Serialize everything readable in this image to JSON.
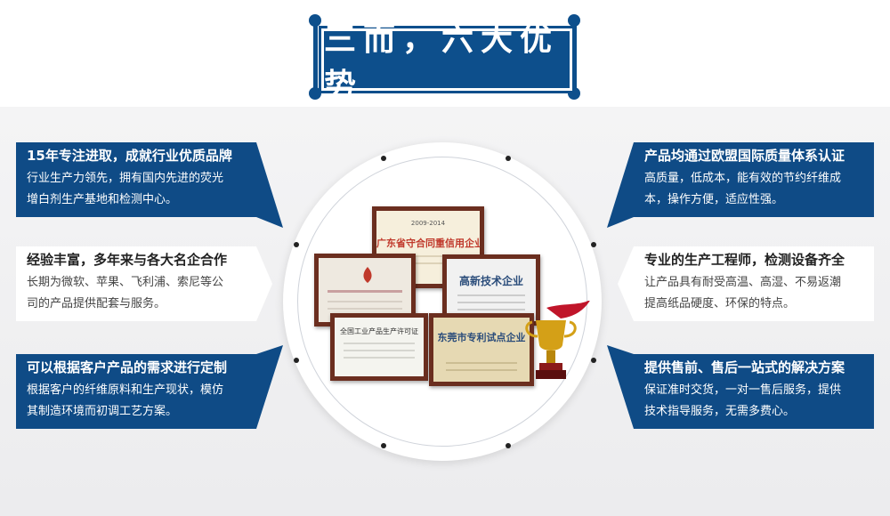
{
  "banner": {
    "title": "三而，六大优势"
  },
  "advantages": [
    {
      "title": "15年专注进取，成就行业优质品牌",
      "desc_lines": [
        "行业生产力领先，拥有国内先进的荧光",
        "增白剂生产基地和检测中心。"
      ]
    },
    {
      "title": "经验丰富，多年来与各大名企合作",
      "desc_lines": [
        "长期为微软、苹果、飞利浦、索尼等公",
        "司的产品提供配套与服务。"
      ]
    },
    {
      "title": "可以根据客户产品的需求进行定制",
      "desc_lines": [
        "根据客户的纤维原料和生产现状，模仿",
        "其制造环境而初调工艺方案。"
      ]
    },
    {
      "title": "产品均通过欧盟国际质量体系认证",
      "desc_lines": [
        "高质量，低成本，能有效的节约纤维成",
        "本，操作方便，适应性强。"
      ]
    },
    {
      "title": "专业的生产工程师，检测设备齐全",
      "desc_lines": [
        "让产品具有耐受高温、高湿、不易返潮",
        "提高纸品硬度、环保的特点。"
      ]
    },
    {
      "title": "提供售前、售后一站式的解决方案",
      "desc_lines": [
        "保证准时交货，一对一售后服务，提供",
        "技术指导服务，无需多费心。"
      ]
    }
  ],
  "certificates": {
    "top_header": "2009-2014",
    "top_title": "广东省守合同重信用企业",
    "mid_title": "高新技术企业",
    "bottom_left_title": "全国工业产品生产许可证",
    "bottom_right_title": "东莞市专利试点企业"
  },
  "colors": {
    "brand_blue": "#0d4f8c",
    "panel_blue": "#0f4b86"
  }
}
